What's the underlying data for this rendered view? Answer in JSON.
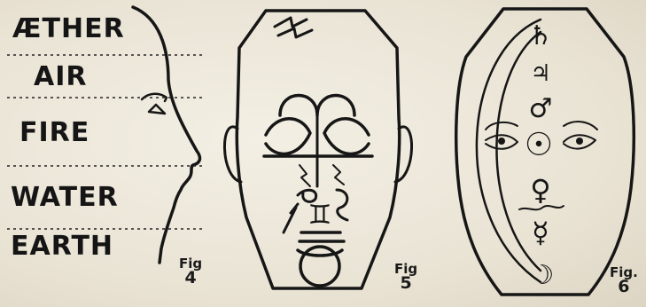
{
  "elements": [
    "ÆTHER",
    "AIR",
    "FIRE",
    "WATER",
    "EARTH"
  ],
  "figures": [
    {
      "label": "Fig",
      "number": "4"
    },
    {
      "label": "Fig",
      "number": "5"
    },
    {
      "label": "Fig.",
      "number": "6"
    }
  ],
  "planet_glyphs": [
    {
      "name": "saturn",
      "symbol": "♄"
    },
    {
      "name": "jupiter",
      "symbol": "♃"
    },
    {
      "name": "mars",
      "symbol": "♂"
    },
    {
      "name": "sun",
      "symbol": "☉"
    },
    {
      "name": "venus",
      "symbol": "♀"
    },
    {
      "name": "mercury",
      "symbol": "☿"
    },
    {
      "name": "moon",
      "symbol": "☽"
    }
  ],
  "face_glyph": {
    "name": "gemini",
    "symbol": "♊"
  }
}
